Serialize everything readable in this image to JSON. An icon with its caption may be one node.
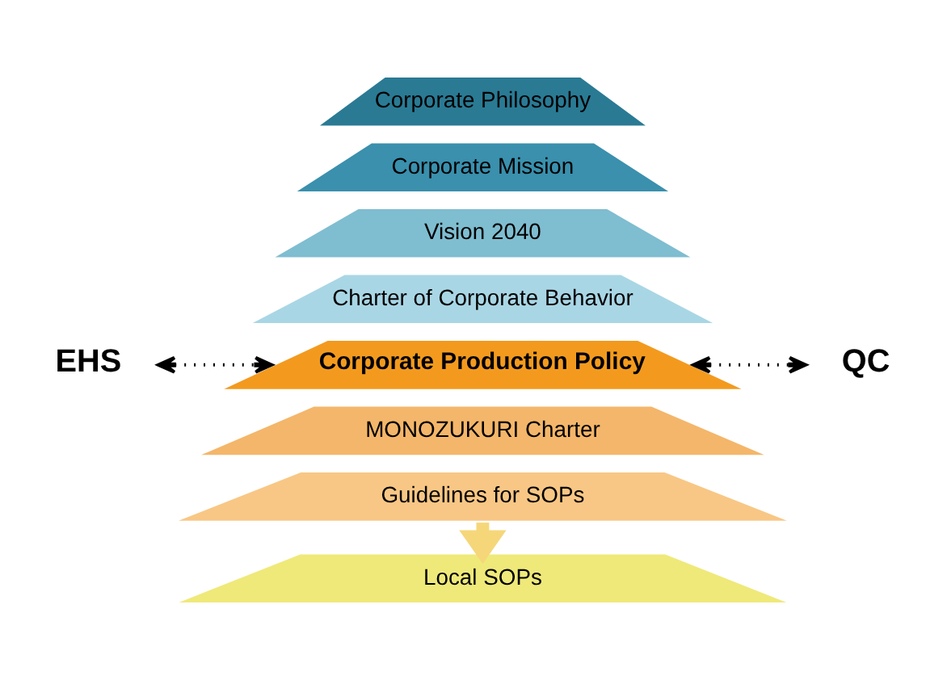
{
  "diagram": {
    "nodes": [
      {
        "text": [
          "Corporate Philosophy"
        ]
      },
      {
        "text": [
          "Corporate Mission"
        ]
      },
      {
        "text": [
          "Vision 2040"
        ]
      },
      {
        "text": [
          "Charter of Corporate Behavior"
        ]
      },
      {
        "text": [
          "EHS"
        ]
      },
      {
        "text": [
          "Corporate Production Policy"
        ]
      },
      {
        "text": [
          "QC"
        ]
      },
      {
        "text": [
          "MONOZUKURI Charter"
        ]
      },
      {
        "text": [
          "Guidelines for SOPs"
        ]
      },
      {
        "text": [
          "Local SOPs"
        ]
      }
    ],
    "edges": [
      {
        "from": 4,
        "to": 5,
        "arrow": "both",
        "style": "dashed"
      },
      {
        "from": 5,
        "to": 6,
        "arrow": "both",
        "style": "dashed"
      },
      {
        "from": 8,
        "to": 9,
        "arrow": "to",
        "style": "thick",
        "color": "#f5d77a"
      }
    ]
  }
}
